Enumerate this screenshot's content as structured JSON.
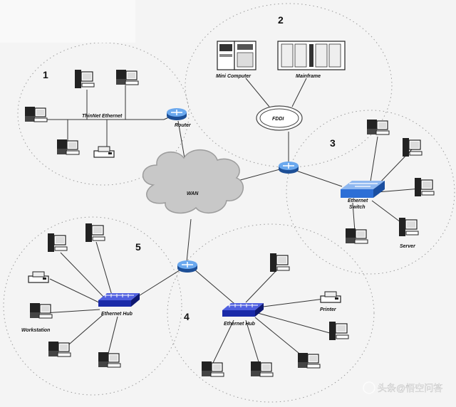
{
  "labels": {
    "wan": "WAN",
    "router": "Router",
    "thinnet": "ThinNet Ethernet",
    "fddi": "FDDI",
    "mini_computer": "Mini Computer",
    "mainframe": "Mainframe",
    "ethernet_switch_line1": "Ethernet",
    "ethernet_switch_line2": "Switch",
    "server": "Server",
    "ethernet_hub_left": "Ethernet Hub",
    "ethernet_hub_right": "Ethernet Hub",
    "workstation": "Workstation",
    "printer": "Printer"
  },
  "zones": [
    "1",
    "2",
    "3",
    "4",
    "5"
  ],
  "watermark": "头条@悟空问答",
  "colors": {
    "background": "#f4f4f4",
    "router": "#3a7fd0",
    "hub": "#1a2aa8",
    "switch": "#2d6fd6",
    "cloud": "#c8c8c8"
  }
}
